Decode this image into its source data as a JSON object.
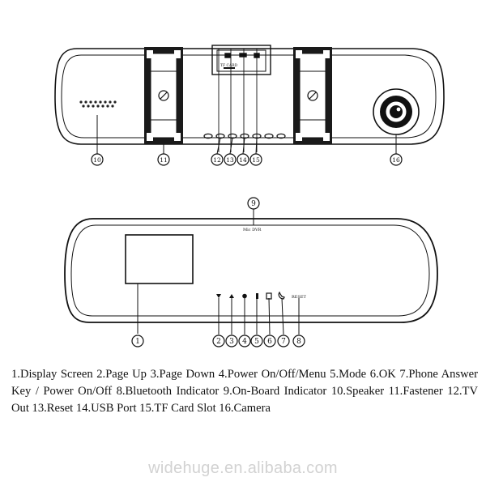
{
  "callouts": [
    "1",
    "2",
    "3",
    "4",
    "5",
    "6",
    "7",
    "8",
    "9",
    "10",
    "11",
    "12",
    "13",
    "14",
    "15",
    "16"
  ],
  "labels": {
    "top_slot": "TF CARD",
    "mic_label": "Mic DVR",
    "reset": "RESET"
  },
  "legend": [
    {
      "number": "1",
      "name": "Display Screen"
    },
    {
      "number": "2",
      "name": "Page Up"
    },
    {
      "number": "3",
      "name": "Page Down"
    },
    {
      "number": "4",
      "name": "Power On/Off/Menu"
    },
    {
      "number": "5",
      "name": "Mode"
    },
    {
      "number": "6",
      "name": "OK"
    },
    {
      "number": "7",
      "name": "Phone Answer Key / Power On/Off"
    },
    {
      "number": "8",
      "name": "Bluetooth Indicator"
    },
    {
      "number": "9",
      "name": "On-Board Indicator"
    },
    {
      "number": "10",
      "name": "Speaker"
    },
    {
      "number": "11",
      "name": "Fastener"
    },
    {
      "number": "12",
      "name": "TV Out"
    },
    {
      "number": "13",
      "name": "Reset"
    },
    {
      "number": "14",
      "name": "USB Port"
    },
    {
      "number": "15",
      "name": "TF Card Slot"
    },
    {
      "number": "16",
      "name": "Camera"
    }
  ],
  "watermark": "widehuge.en.alibaba.com"
}
